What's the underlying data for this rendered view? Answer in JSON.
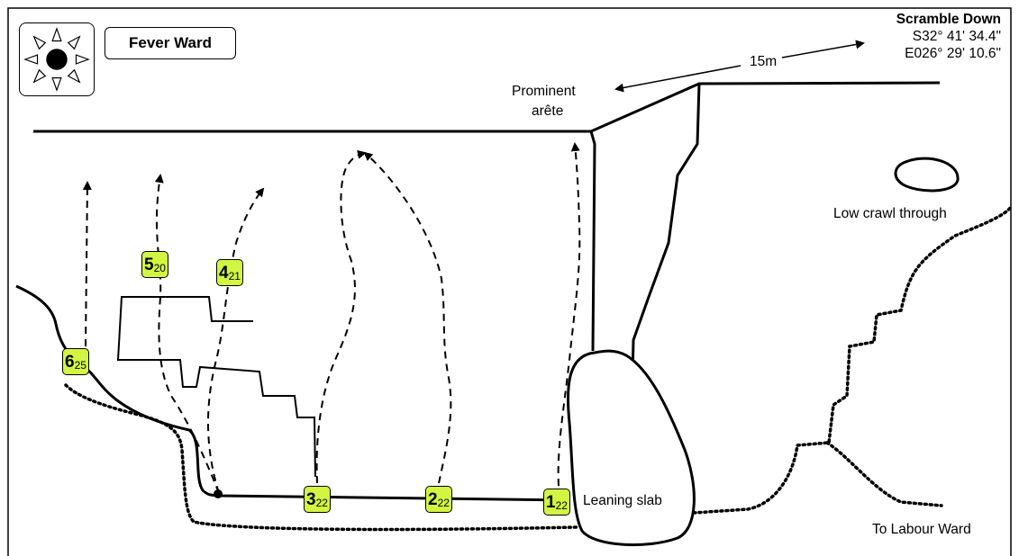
{
  "crag": {
    "name": "Fever Ward"
  },
  "icons": {
    "aspect": "sun-icon"
  },
  "descent": {
    "name": "Scramble Down",
    "lat": "S32° 41' 34.4\"",
    "lon": "E026° 29' 10.6\"",
    "distance": "15m"
  },
  "features": {
    "arete": [
      "Prominent",
      "arête"
    ],
    "crawl": "Low crawl through",
    "slab": "Leaning slab",
    "labour_ward": "To Labour Ward"
  },
  "routes": [
    {
      "number": "1",
      "grade": "22"
    },
    {
      "number": "2",
      "grade": "22"
    },
    {
      "number": "3",
      "grade": "22"
    },
    {
      "number": "4",
      "grade": "21"
    },
    {
      "number": "5",
      "grade": "20"
    },
    {
      "number": "6",
      "grade": "25"
    }
  ],
  "colors": {
    "route_tag": "#d2f542",
    "line": "#000000"
  }
}
